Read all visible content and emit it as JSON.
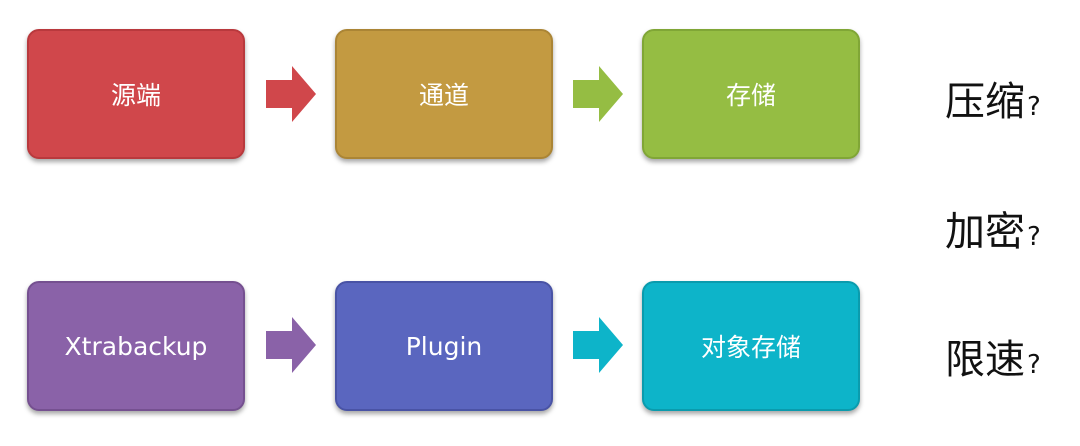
{
  "rows": [
    {
      "boxes": [
        {
          "label": "源端",
          "color": "#d0474b",
          "border": "#b9393d"
        },
        {
          "label": "通道",
          "color": "#c39a41",
          "border": "#ab8535"
        },
        {
          "label": "存储",
          "color": "#95bd43",
          "border": "#80a636"
        }
      ],
      "arrows": [
        {
          "color": "#d0474b"
        },
        {
          "color": "#95bd43"
        }
      ]
    },
    {
      "boxes": [
        {
          "label": "Xtrabackup",
          "color": "#8a62a8",
          "border": "#755090"
        },
        {
          "label": "Plugin",
          "color": "#5a66bf",
          "border": "#4953a5"
        },
        {
          "label": "对象存储",
          "color": "#0db4c9",
          "border": "#0a9bad"
        }
      ],
      "arrows": [
        {
          "color": "#8a62a8"
        },
        {
          "color": "#0db4c9"
        }
      ]
    }
  ],
  "questions": [
    {
      "text": "压缩",
      "mark": "?"
    },
    {
      "text": "加密",
      "mark": "?"
    },
    {
      "text": "限速",
      "mark": "?"
    }
  ]
}
